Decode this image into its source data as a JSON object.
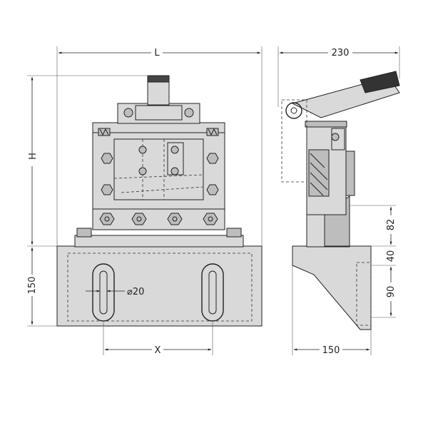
{
  "dimensions": {
    "width_label": "L",
    "height_label": "H",
    "base_height": "150",
    "hole_diameter": "⌀20",
    "slot_spacing": "X",
    "side_width": "230",
    "side_depth": "150",
    "side_82": "82",
    "side_40": "40",
    "side_90": "90"
  }
}
